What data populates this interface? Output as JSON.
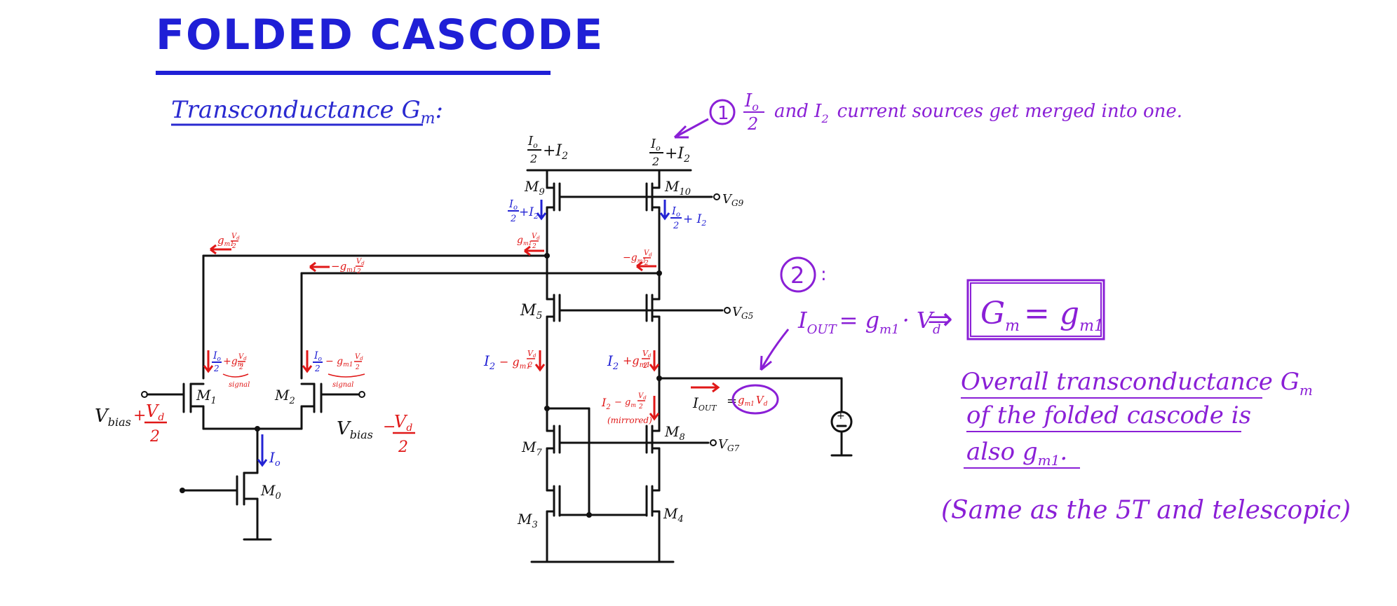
{
  "title": "FOLDED CASCODE",
  "subtitle": "Transconductance G",
  "subtitle_sub": "m",
  "subtitle_colon": ":",
  "note1": {
    "num": "1",
    "frac_num": "I",
    "frac_num_sub": "o",
    "frac_den": "2",
    "text": "and I",
    "text_sub": "2",
    "text2": "current sources get merged into one."
  },
  "top_src_left": "+I",
  "top_src_left_sub": "2",
  "top_src_right": "+I",
  "top_src_right_sub": "2",
  "frac_io": "I",
  "frac_io_sub": "o",
  "frac_2": "2",
  "transistors": {
    "m9": "M",
    "m9_sub": "9",
    "m10": "M",
    "m10_sub": "10",
    "m5": "M",
    "m5_sub": "5",
    "m1": "M",
    "m1_sub": "1",
    "m2": "M",
    "m2_sub": "2",
    "m0": "M",
    "m0_sub": "0",
    "m7": "M",
    "m7_sub": "7",
    "m8": "M",
    "m8_sub": "8",
    "m3": "M",
    "m3_sub": "3",
    "m4": "M",
    "m4_sub": "4"
  },
  "nodes": {
    "vg9": "V",
    "vg9_sub": "G9",
    "vg5": "V",
    "vg5_sub": "G5",
    "vg7": "V",
    "vg7_sub": "G7"
  },
  "currents": {
    "m9_cur": "+I",
    "m9_cur_sub": "2",
    "m10_cur": "+ I",
    "m10_cur_sub": "2",
    "sig_left_top": "g",
    "sig_left_top_sub": "m1",
    "sig_left_frac_n": "V",
    "sig_left_frac_n_sub": "d",
    "sig_left_frac_d": "2",
    "sig_mid": "−g",
    "sig_mid_sub": "m1",
    "sig_mid_frac_n": "V",
    "sig_mid_frac_n_sub": "d",
    "sig_mid_frac_d": "2",
    "sig_node_l": "g",
    "sig_node_l_sub": "m1",
    "sig_node_r": "−g",
    "sig_node_r_sub": "m1",
    "m1_cur_io": "I",
    "m1_cur_io_sub": "o",
    "m1_cur_plus": "+g",
    "m1_cur_plus_sub": "m",
    "m1_cur_vd": "V",
    "m1_cur_vd_sub": "d",
    "signal_label": "signal",
    "m2_cur_minus": "− g",
    "m2_cur_minus_sub": "m1",
    "m5_cur": "I",
    "m5_cur_sub": "2",
    "m5_cur_sig": "− g",
    "m5_cur_sig_sub": "m1",
    "right_cur": "I",
    "right_cur_sub": "2",
    "right_cur_sig": "+g",
    "right_cur_sig_sub": "m1",
    "mirror_cur": "I",
    "mirror_cur_sub": "2",
    "mirror_cur_sig": "− g",
    "mirror_cur_sig_sub": "m",
    "mirrored": "(mirrored)",
    "io": "I",
    "io_sub": "o"
  },
  "vbias_left": "V",
  "vbias_left_sub": "bias",
  "vbias_left_op": "+",
  "vbias_right": "V",
  "vbias_right_sub": "bias",
  "vbias_right_op": "−",
  "vd": "V",
  "vd_sub": "d",
  "iout_small": "I",
  "iout_small_sub": "OUT",
  "iout_small_eq": "=",
  "iout_small_val": "g",
  "iout_small_val_sub": "m1",
  "iout_small_val2": "V",
  "iout_small_val2_sub": "d",
  "note2": {
    "num": "2",
    "colon": ":",
    "eq_lhs": "I",
    "eq_lhs_sub": "OUT",
    "eq_rhs": "= g",
    "eq_rhs_sub": "m1",
    "eq_rhs2": "· V",
    "eq_rhs2_sub": "d",
    "implies": "⇒",
    "box_lhs": "G",
    "box_lhs_sub": "m",
    "box_rhs": "= g",
    "box_rhs_sub": "m1"
  },
  "conclusion": {
    "line1": "Overall transconductance G",
    "line1_sub": "m",
    "line2": "of the folded cascode is",
    "line3": "also g",
    "line3_sub": "m1",
    "line3_end": ".",
    "paren": "(Same as the 5T and telescopic)"
  },
  "colors": {
    "blue": "#2323d4",
    "red": "#e01818",
    "purple": "#8a1fd6",
    "ink": "#111111"
  }
}
